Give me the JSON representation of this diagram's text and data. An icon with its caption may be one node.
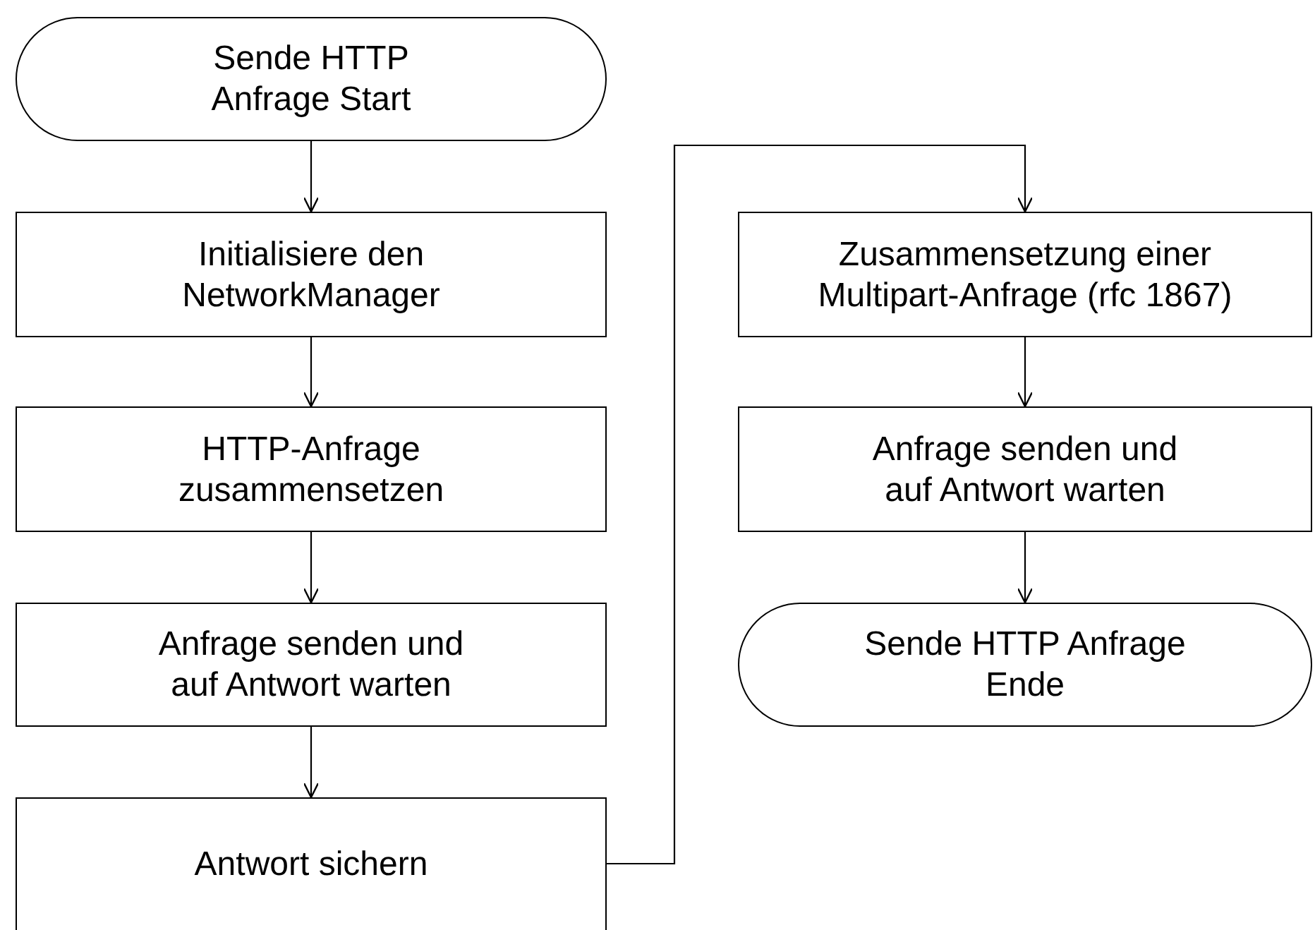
{
  "diagram": {
    "nodes": [
      {
        "text": [
          "Sende HTTP Anfrage Start"
        ]
      },
      {
        "text": [
          "Initialisiere den NetworkManager"
        ]
      },
      {
        "text": [
          "HTTP-Anfrage zusammensetzen"
        ]
      },
      {
        "text": [
          "Anfrage senden und auf Antwort warten"
        ]
      },
      {
        "text": [
          "Antwort sichern"
        ]
      },
      {
        "text": [
          "Zusammensetzung einer Multipart-Anfrage (rfc 1867)"
        ]
      },
      {
        "text": [
          "Anfrage senden und auf Antwort warten"
        ]
      },
      {
        "text": [
          "Sende HTTP Anfrage Ende"
        ]
      }
    ],
    "edges": [
      {
        "from": 0,
        "to": 1,
        "arrow": "to"
      },
      {
        "from": 1,
        "to": 2,
        "arrow": "to"
      },
      {
        "from": 2,
        "to": 3,
        "arrow": "to"
      },
      {
        "from": 3,
        "to": 4,
        "arrow": "to"
      },
      {
        "from": 4,
        "to": 5,
        "arrow": "to"
      },
      {
        "from": 5,
        "to": 6,
        "arrow": "to"
      },
      {
        "from": 6,
        "to": 7,
        "arrow": "to"
      }
    ]
  }
}
